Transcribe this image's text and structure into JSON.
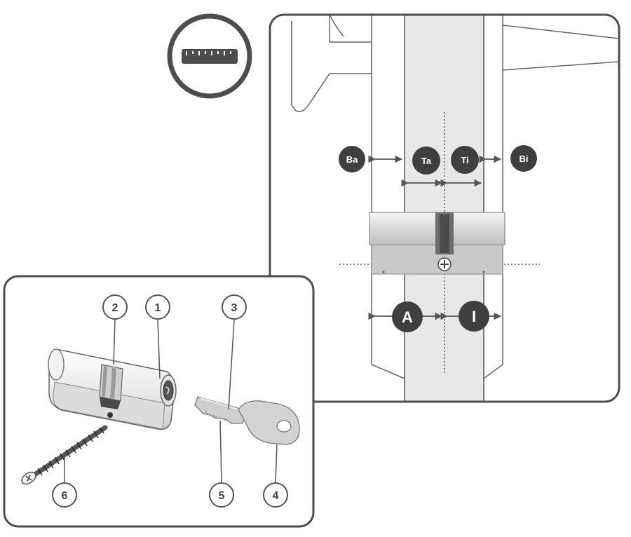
{
  "icons": {
    "ruler": "ruler-icon",
    "screw": "screw-icon",
    "key": "key-icon",
    "cylinder": "lock-cylinder-icon"
  },
  "colors": {
    "frame_stroke": "#4d4d4f",
    "badge_fill": "#3f3f41",
    "door_fill": "#e8e8e9",
    "cylinder_fill": "#c8c9ca",
    "line": "#555555"
  },
  "measure_labels": {
    "ba": "Ba",
    "ta": "Ta",
    "ti": "Ti",
    "bi": "Bi",
    "a": "A",
    "i": "I"
  },
  "part_numbers": {
    "p1": "1",
    "p2": "2",
    "p3": "3",
    "p4": "4",
    "p5": "5",
    "p6": "6"
  }
}
